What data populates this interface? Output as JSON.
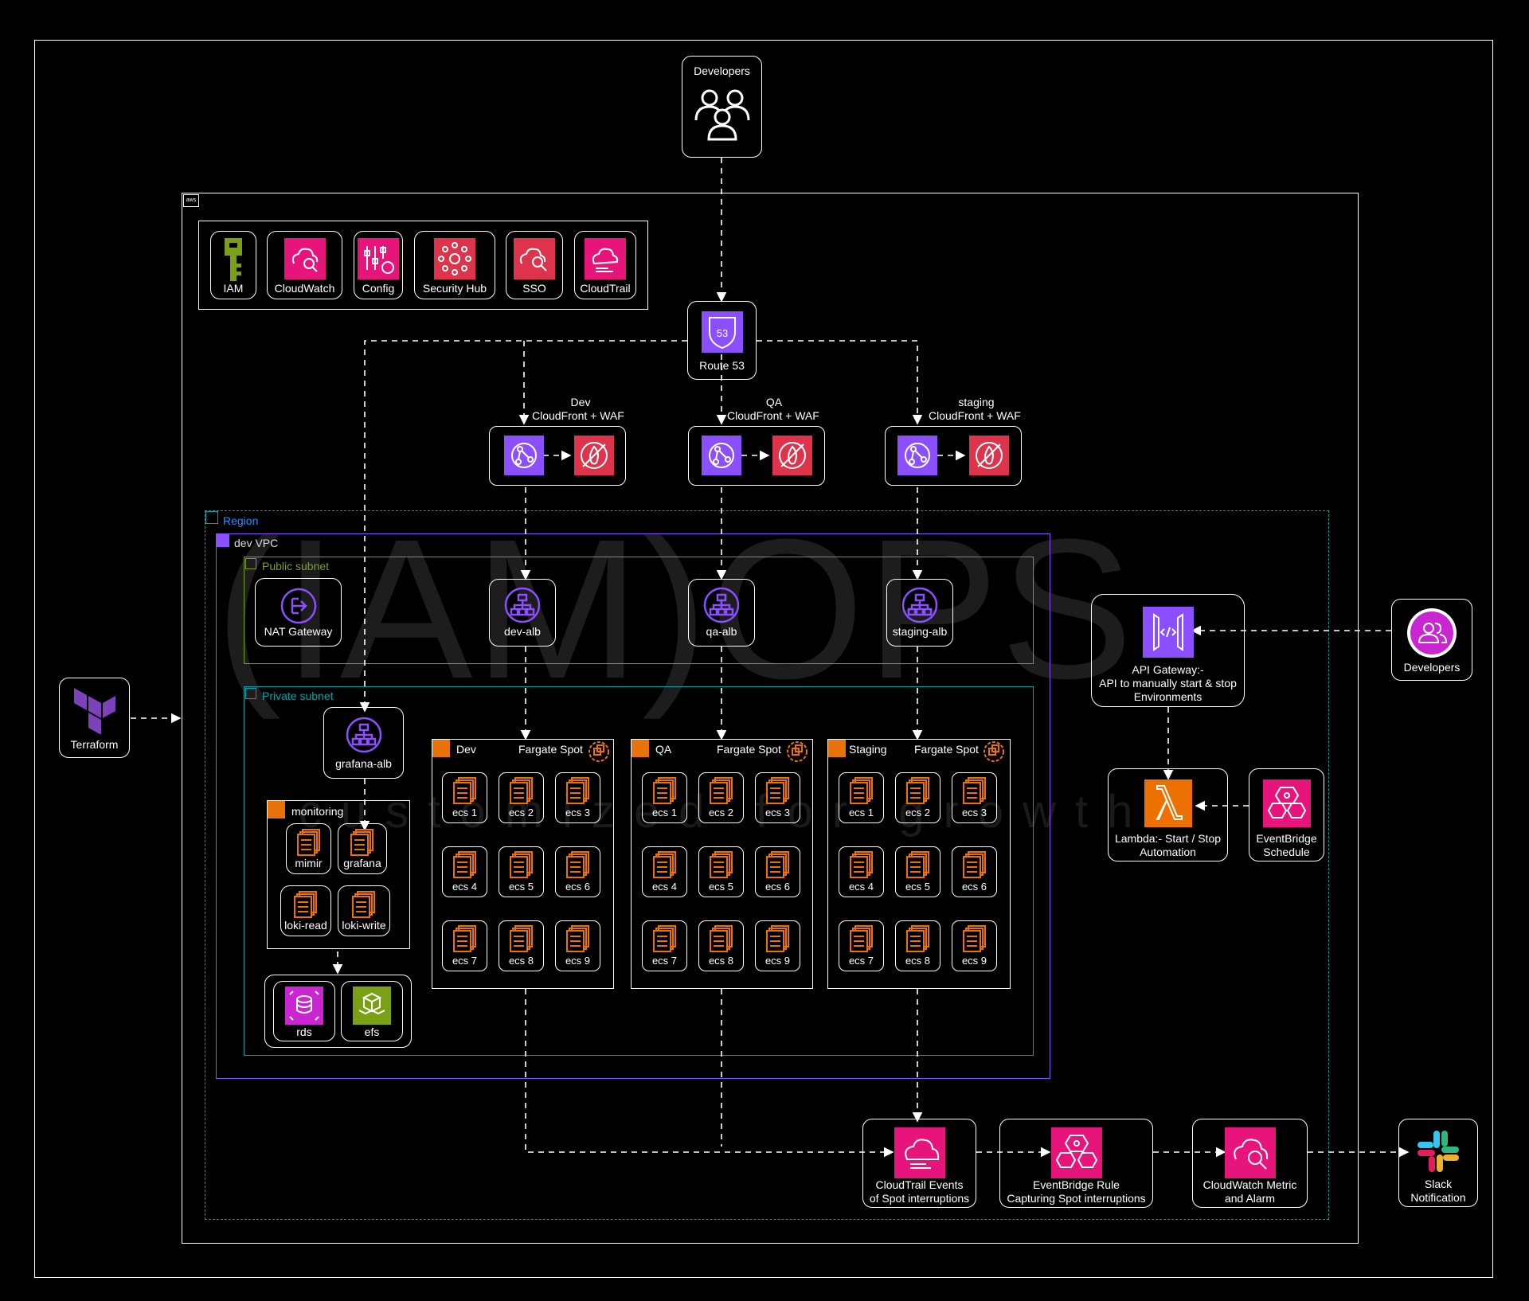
{
  "watermark": {
    "text": "(IAM)OPS",
    "tagline": "customized for growth"
  },
  "top_developers": {
    "label": "Developers",
    "icon": "users-icon"
  },
  "right_developers": {
    "label": "Developers",
    "icon": "user-group-icon"
  },
  "terraform": {
    "label": "Terraform",
    "icon": "terraform-icon"
  },
  "aws_badge": "aws",
  "services": [
    {
      "label": "IAM",
      "icon": "iam-key-icon"
    },
    {
      "label": "CloudWatch",
      "icon": "cloudwatch-icon"
    },
    {
      "label": "Config",
      "icon": "config-icon"
    },
    {
      "label": "Security Hub",
      "icon": "security-hub-icon"
    },
    {
      "label": "SSO",
      "icon": "sso-icon"
    },
    {
      "label": "CloudTrail",
      "icon": "cloudtrail-icon"
    }
  ],
  "route53": {
    "label": "Route 53",
    "icon_text": "53"
  },
  "cloudfront": [
    {
      "title_line1": "Dev",
      "title_line2": "CloudFront + WAF"
    },
    {
      "title_line1": "QA",
      "title_line2": "CloudFront + WAF"
    },
    {
      "title_line1": "staging",
      "title_line2": "CloudFront + WAF"
    }
  ],
  "region": {
    "label": "Region"
  },
  "vpc": {
    "label": "dev VPC"
  },
  "public_subnet": {
    "label": "Public subnet"
  },
  "private_subnet": {
    "label": "Private subnet"
  },
  "nat_gateway": {
    "label": "NAT Gateway"
  },
  "albs": [
    "dev-alb",
    "qa-alb",
    "staging-alb"
  ],
  "grafana_alb": {
    "label": "grafana-alb"
  },
  "monitoring": {
    "label": "monitoring",
    "items": [
      "mimir",
      "grafana",
      "loki-read",
      "loki-write"
    ]
  },
  "storage": [
    {
      "label": "rds"
    },
    {
      "label": "efs"
    }
  ],
  "clusters": [
    {
      "name": "Dev",
      "capacity": "Fargate Spot",
      "tasks": [
        "ecs 1",
        "ecs 2",
        "ecs 3",
        "ecs 4",
        "ecs 5",
        "ecs 6",
        "ecs 7",
        "ecs 8",
        "ecs 9"
      ]
    },
    {
      "name": "QA",
      "capacity": "Fargate Spot",
      "tasks": [
        "ecs 1",
        "ecs 2",
        "ecs 3",
        "ecs 4",
        "ecs 5",
        "ecs 6",
        "ecs 7",
        "ecs 8",
        "ecs 9"
      ]
    },
    {
      "name": "Staging",
      "capacity": "Fargate Spot",
      "tasks": [
        "ecs 1",
        "ecs 2",
        "ecs 3",
        "ecs 4",
        "ecs 5",
        "ecs 6",
        "ecs 7",
        "ecs 8",
        "ecs 9"
      ]
    }
  ],
  "api_gateway": {
    "line1": "API Gateway:-",
    "line2": "API to manually start & stop",
    "line3": "Environments"
  },
  "lambda": {
    "line1": "Lambda:- Start / Stop",
    "line2": "Automation"
  },
  "eventbridge_schedule": {
    "line1": "EventBridge",
    "line2": "Schedule"
  },
  "cloudtrail_events": {
    "line1": "CloudTrail Events",
    "line2": "of Spot interruptions"
  },
  "eventbridge_rule": {
    "line1": "EventBridge Rule",
    "line2": "Capturing Spot interruptions"
  },
  "cloudwatch_alarm": {
    "line1": "CloudWatch Metric",
    "line2": "and Alarm"
  },
  "slack": {
    "line1": "Slack",
    "line2": "Notification"
  },
  "colors": {
    "pink": "#e7157b",
    "red": "#dd344c",
    "purple": "#8c4fff",
    "orange": "#ed7100",
    "green": "#7aa116",
    "region": "#00a4a6",
    "vpc": "#8c4fff",
    "public": "#7aa116",
    "private": "#00a4a6"
  }
}
